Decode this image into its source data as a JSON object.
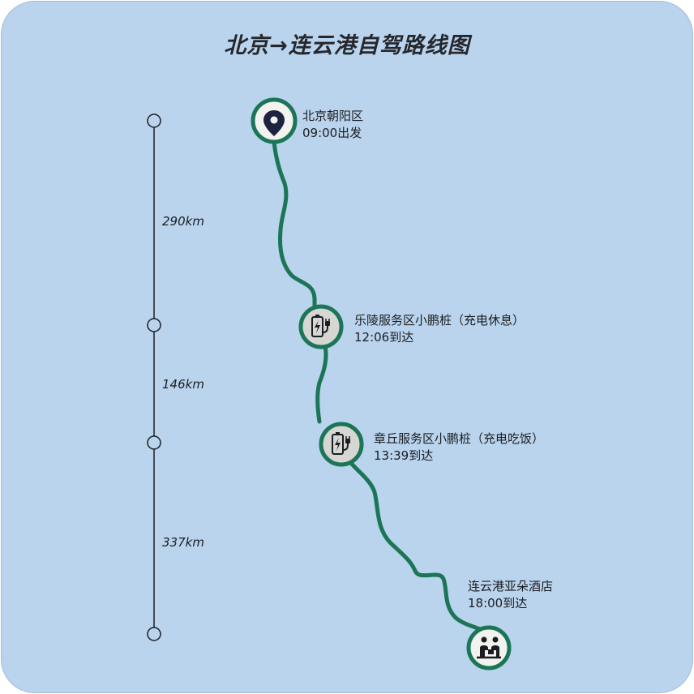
{
  "title": "北京→连云港自驾路线图",
  "route_color": "#1b7556",
  "stops": [
    {
      "name": "北京朝阳区",
      "time": "09:00出发",
      "icon": "map-pin-icon"
    },
    {
      "name": "乐陵服务区小鹏桩（充电休息）",
      "time": "12:06到达",
      "icon": "ev-charger-icon"
    },
    {
      "name": "章丘服务区小鹏桩（充电吃饭）",
      "time": "13:39到达",
      "icon": "ev-charger-icon"
    },
    {
      "name": "连云港亚朵酒店",
      "time": "18:00到达",
      "icon": "hotel-reception-icon"
    }
  ],
  "distances": [
    "290km",
    "146km",
    "337km"
  ]
}
